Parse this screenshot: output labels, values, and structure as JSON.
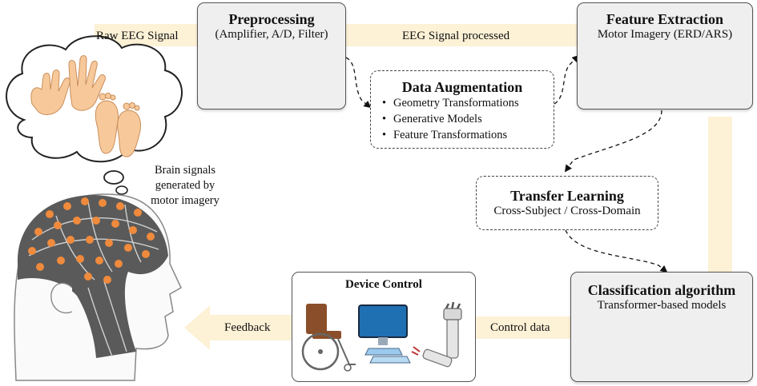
{
  "nodes": {
    "preprocessing": {
      "title": "Preprocessing",
      "subtitle": "(Amplifier, A/D, Filter)"
    },
    "feature_extraction": {
      "title": "Feature Extraction",
      "subtitle": "Motor Imagery (ERD/ARS)"
    },
    "data_augmentation": {
      "title": "Data Augmentation",
      "items": [
        "Geometry Transformations",
        "Generative Models",
        "Feature Transformations"
      ]
    },
    "transfer_learning": {
      "title": "Transfer Learning",
      "subtitle_parts": [
        "Cross",
        "-",
        "Subject / Cross",
        "-",
        "Domain"
      ]
    },
    "classification": {
      "title": "Classification algorithm",
      "subtitle_parts": [
        "Transformer",
        "-",
        "based models"
      ]
    },
    "device_control": {
      "title": "Device Control"
    }
  },
  "flows": {
    "raw_eeg": "Raw EEG Signal",
    "eeg_processed": "EEG Signal processed",
    "control_data": "Control data",
    "feedback": "Feedback"
  },
  "annotations": {
    "brain_signals": [
      "Brain signals",
      "generated by",
      "motor imagery"
    ]
  },
  "colors": {
    "flow_band": "#fdf1d6",
    "feedback_arrow": "#fde7c0",
    "electrode": "#f08a3c",
    "cap": "#5a5a5a",
    "box_fill": "#efefef"
  }
}
